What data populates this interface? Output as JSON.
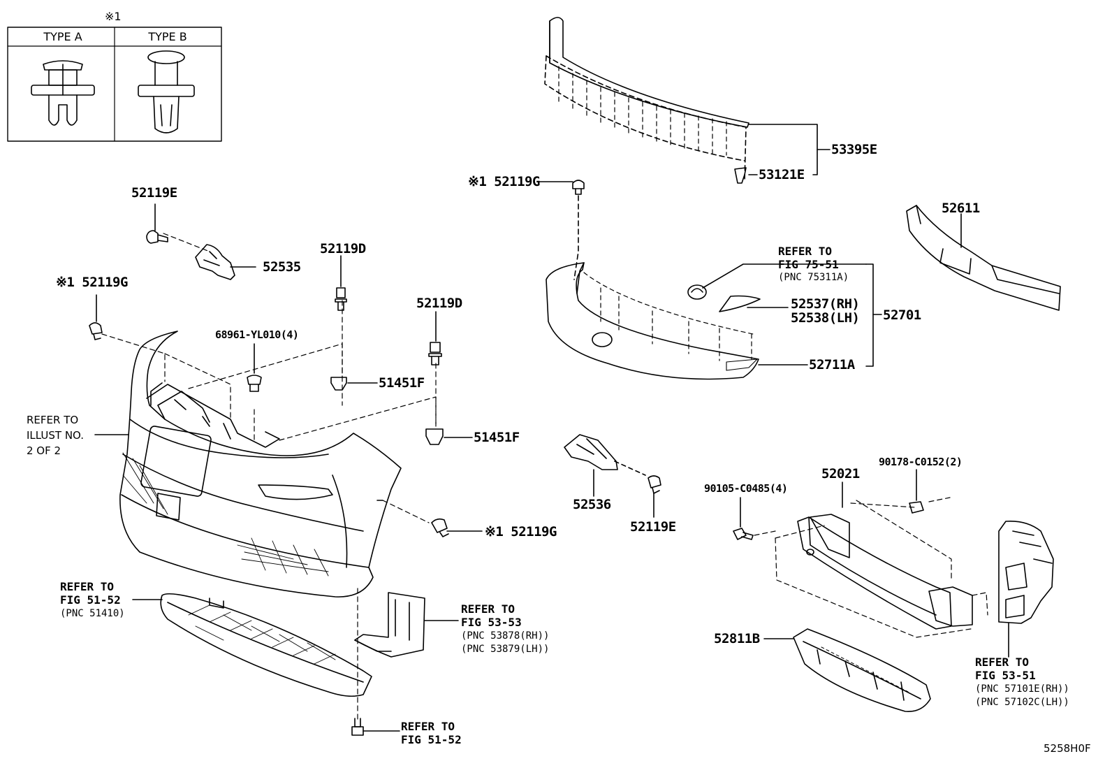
{
  "figure_code": "5258H0F",
  "legend": {
    "symbol": "※1",
    "type_a": "TYPE A",
    "type_b": "TYPE B"
  },
  "refs": {
    "illust": [
      "REFER TO",
      "ILLUST NO.",
      "2 OF 2"
    ],
    "fig_51_52_top": [
      "REFER TO",
      "FIG 51-52",
      "(PNC 51410)"
    ],
    "fig_53_53": [
      "REFER TO",
      "FIG 53-53",
      "(PNC 53878(RH))",
      "(PNC 53879(LH))"
    ],
    "fig_51_52_bottom": [
      "REFER TO",
      "FIG 51-52"
    ],
    "fig_75_51": [
      "REFER TO",
      "FIG 75-51",
      "(PNC 75311A)"
    ],
    "fig_53_51": [
      "REFER TO",
      "FIG 53-51",
      "(PNC 57101E(RH))",
      "(PNC 57102C(LH))"
    ]
  },
  "parts": {
    "p52119E_top": "52119E",
    "p52535": "52535",
    "p52119G_left": "※1 52119G",
    "p52119D_a": "52119D",
    "p68961": "68961-YL010(4)",
    "p52119D_b": "52119D",
    "p51451F_a": "51451F",
    "p51451F_b": "51451F",
    "p52119G_mid": "※1 52119G",
    "p52119G_top": "※1 52119G",
    "p53395E": "53395E",
    "p53121E": "53121E",
    "p52611": "52611",
    "p52537": "52537(RH)",
    "p52538": "52538(LH)",
    "p52701": "52701",
    "p52711A": "52711A",
    "p52536": "52536",
    "p52119E_mid": "52119E",
    "p52021": "52021",
    "p90178": "90178-C0152(2)",
    "p90105": "90105-C0485(4)",
    "p52811B": "52811B"
  }
}
